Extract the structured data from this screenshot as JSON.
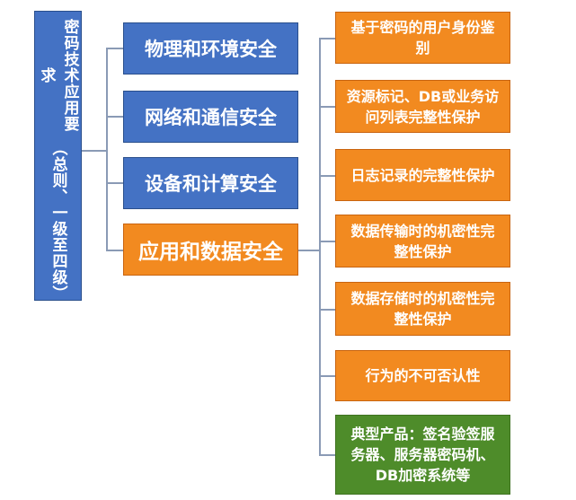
{
  "colors": {
    "blue": "#4472c4",
    "orange": "#f28a20",
    "green": "#4e8c2a",
    "connector": "#8a9ab5"
  },
  "root": {
    "line1": "密码技术应用要求",
    "line2": "（总则、一级至四级）"
  },
  "categories": [
    {
      "label": "物理和环境安全"
    },
    {
      "label": "网络和通信安全"
    },
    {
      "label": "设备和计算安全"
    },
    {
      "label": "应用和数据安全"
    }
  ],
  "details": [
    {
      "label": "基于密码的用户身份鉴别"
    },
    {
      "label": "资源标记、DB或业务访问列表完整性保护"
    },
    {
      "label": "日志记录的完整性保护"
    },
    {
      "label": "数据传输时的机密性完整性保护"
    },
    {
      "label": "数据存储时的机密性完整性保护"
    },
    {
      "label": "行为的不可否认性"
    },
    {
      "label": "典型产品：签名验签服务器、服务器密码机、DB加密系统等"
    }
  ]
}
